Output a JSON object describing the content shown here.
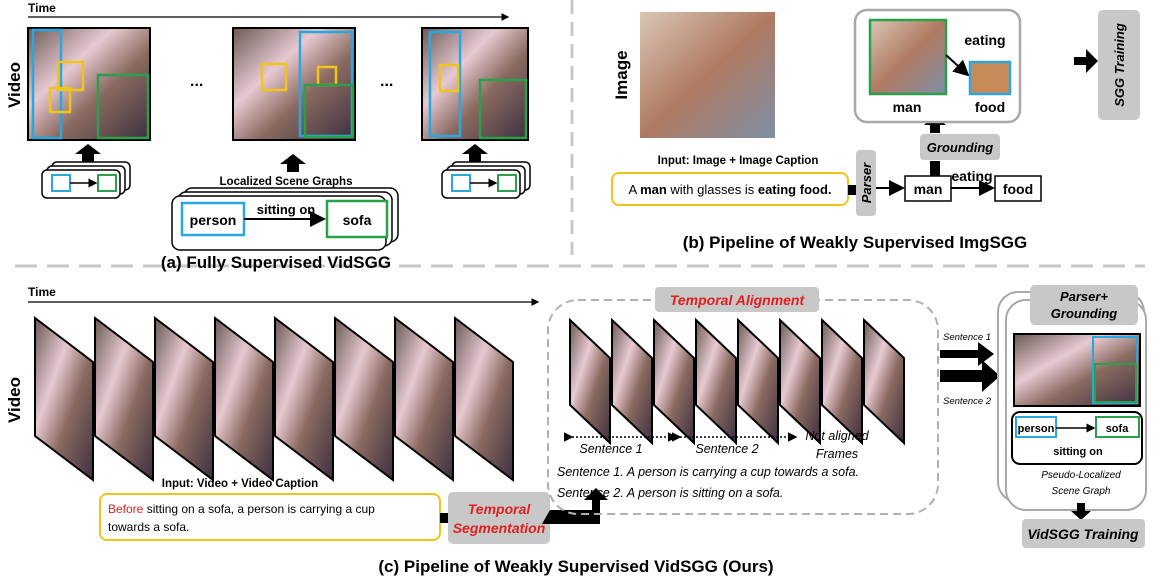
{
  "colors": {
    "person_box": "#29a8e0",
    "object_box": "#2aa04a",
    "caption_border": "#f0c419",
    "highlight_red": "#e02020",
    "module_gray": "#c8c8c8",
    "dashed": "#b0b0b0"
  },
  "panel_a": {
    "time_label": "Time",
    "video_label": "Video",
    "ellipsis": "...",
    "localized_label": "Localized Scene Graphs",
    "subject": "person",
    "predicate": "sitting on",
    "object": "sofa",
    "caption": "(a) Fully Supervised VidSGG"
  },
  "panel_b": {
    "image_label": "Image",
    "input_label": "Input: Image + Image Caption",
    "sentence_parts": [
      "A ",
      "man",
      " with glasses is ",
      "eating food."
    ],
    "parser": "Parser",
    "grounding": "Grounding",
    "subject": "man",
    "predicate": "eating",
    "object": "food",
    "sgg_training": "SGG Training",
    "caption": "(b) Pipeline of Weakly Supervised ImgSGG"
  },
  "panel_c": {
    "time_label": "Time",
    "video_label": "Video",
    "input_label": "Input: Video + Video Caption",
    "caption_red": "Before",
    "caption_line1": " sitting on a sofa, a person is carrying a cup",
    "caption_line2": "towards a sofa.",
    "temporal_segmentation": [
      "Temporal",
      "Segmentation"
    ],
    "temporal_alignment": "Temporal Alignment",
    "segments": [
      "Sentence 1",
      "Sentence 2"
    ],
    "not_aligned": [
      "Not aligned",
      "Frames"
    ],
    "sentences": [
      "Sentence 1. A person is carrying a cup towards a sofa.",
      "Sentence 2. A person is sitting on a sofa."
    ],
    "arrow_labels": [
      "Sentence 1",
      "Sentence 2"
    ],
    "parser_grounding": [
      "Parser+",
      "Grounding"
    ],
    "subject": "person",
    "predicate": "sitting on",
    "object": "sofa",
    "pseudo_label": [
      "Pseudo-Localized",
      "Scene Graph"
    ],
    "vidsgg_training": "VidSGG Training",
    "caption": "(c) Pipeline of Weakly Supervised VidSGG (Ours)"
  }
}
